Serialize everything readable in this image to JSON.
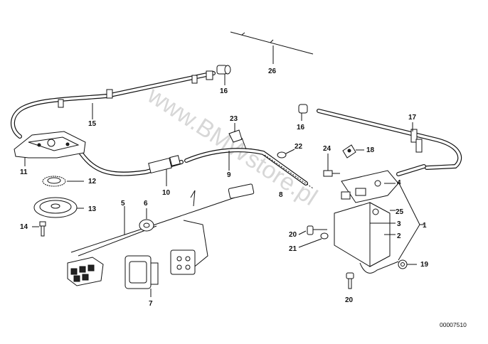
{
  "watermark": "www.BMWstore.pl",
  "drawing_code": "00007510",
  "callouts": [
    {
      "id": "c1",
      "text": "1"
    },
    {
      "id": "c2",
      "text": "2"
    },
    {
      "id": "c3",
      "text": "3"
    },
    {
      "id": "c4",
      "text": "4"
    },
    {
      "id": "c5",
      "text": "5"
    },
    {
      "id": "c6",
      "text": "6"
    },
    {
      "id": "c7",
      "text": "7"
    },
    {
      "id": "c8",
      "text": "8"
    },
    {
      "id": "c9",
      "text": "9"
    },
    {
      "id": "c10",
      "text": "10"
    },
    {
      "id": "c11",
      "text": "11"
    },
    {
      "id": "c12",
      "text": "12"
    },
    {
      "id": "c13",
      "text": "13"
    },
    {
      "id": "c14",
      "text": "14"
    },
    {
      "id": "c15",
      "text": "15"
    },
    {
      "id": "c16a",
      "text": "16"
    },
    {
      "id": "c16b",
      "text": "16"
    },
    {
      "id": "c17",
      "text": "17"
    },
    {
      "id": "c18",
      "text": "18"
    },
    {
      "id": "c19",
      "text": "19"
    },
    {
      "id": "c20a",
      "text": "20"
    },
    {
      "id": "c20b",
      "text": "20"
    },
    {
      "id": "c21",
      "text": "21"
    },
    {
      "id": "c22",
      "text": "22"
    },
    {
      "id": "c23",
      "text": "23"
    },
    {
      "id": "c24",
      "text": "24"
    },
    {
      "id": "c25",
      "text": "25"
    },
    {
      "id": "c26",
      "text": "26"
    }
  ]
}
